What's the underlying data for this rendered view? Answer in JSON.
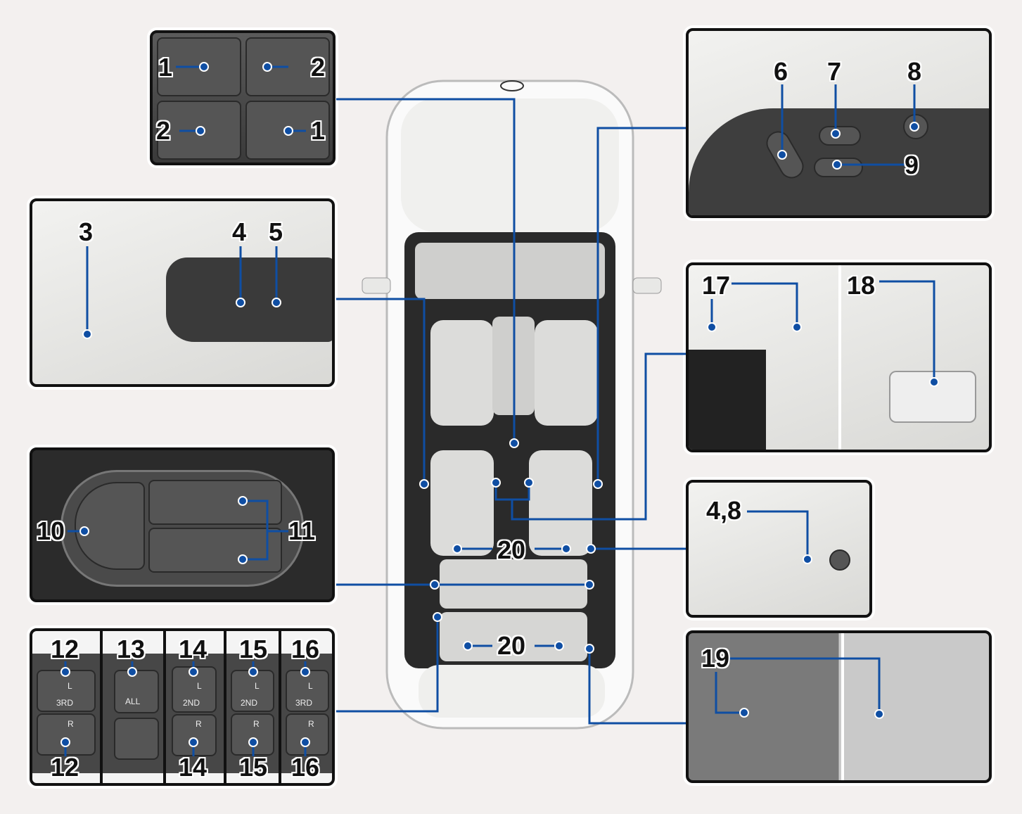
{
  "colors": {
    "leader": "#0f4ea3",
    "background": "#f3f0ef",
    "frame": "#111111"
  },
  "callouts": {
    "n1a": "1",
    "n2a": "2",
    "n2b": "2",
    "n1b": "1",
    "n3": "3",
    "n4": "4",
    "n5": "5",
    "n6": "6",
    "n7": "7",
    "n8": "8",
    "n9": "9",
    "n10": "10",
    "n11": "11",
    "n12a": "12",
    "n12b": "12",
    "n13": "13",
    "n14a": "14",
    "n14b": "14",
    "n15a": "15",
    "n15b": "15",
    "n16a": "16",
    "n16b": "16",
    "n17": "17",
    "n18": "18",
    "n48": "4,8",
    "n19": "19",
    "n20a": "20",
    "n20b": "20"
  },
  "switch_labels": {
    "row3_left": "3RD",
    "row3_left_side": "L",
    "row3_right_side": "R",
    "all": "ALL",
    "row2_a": "2ND",
    "row2_a_side": "L",
    "row2_a_side_r": "R",
    "row2_b": "2ND",
    "row2_b_side": "L",
    "row2_b_side_r": "R",
    "row3_b": "3RD",
    "row3_b_side": "L",
    "row3_b_side_r": "R"
  }
}
